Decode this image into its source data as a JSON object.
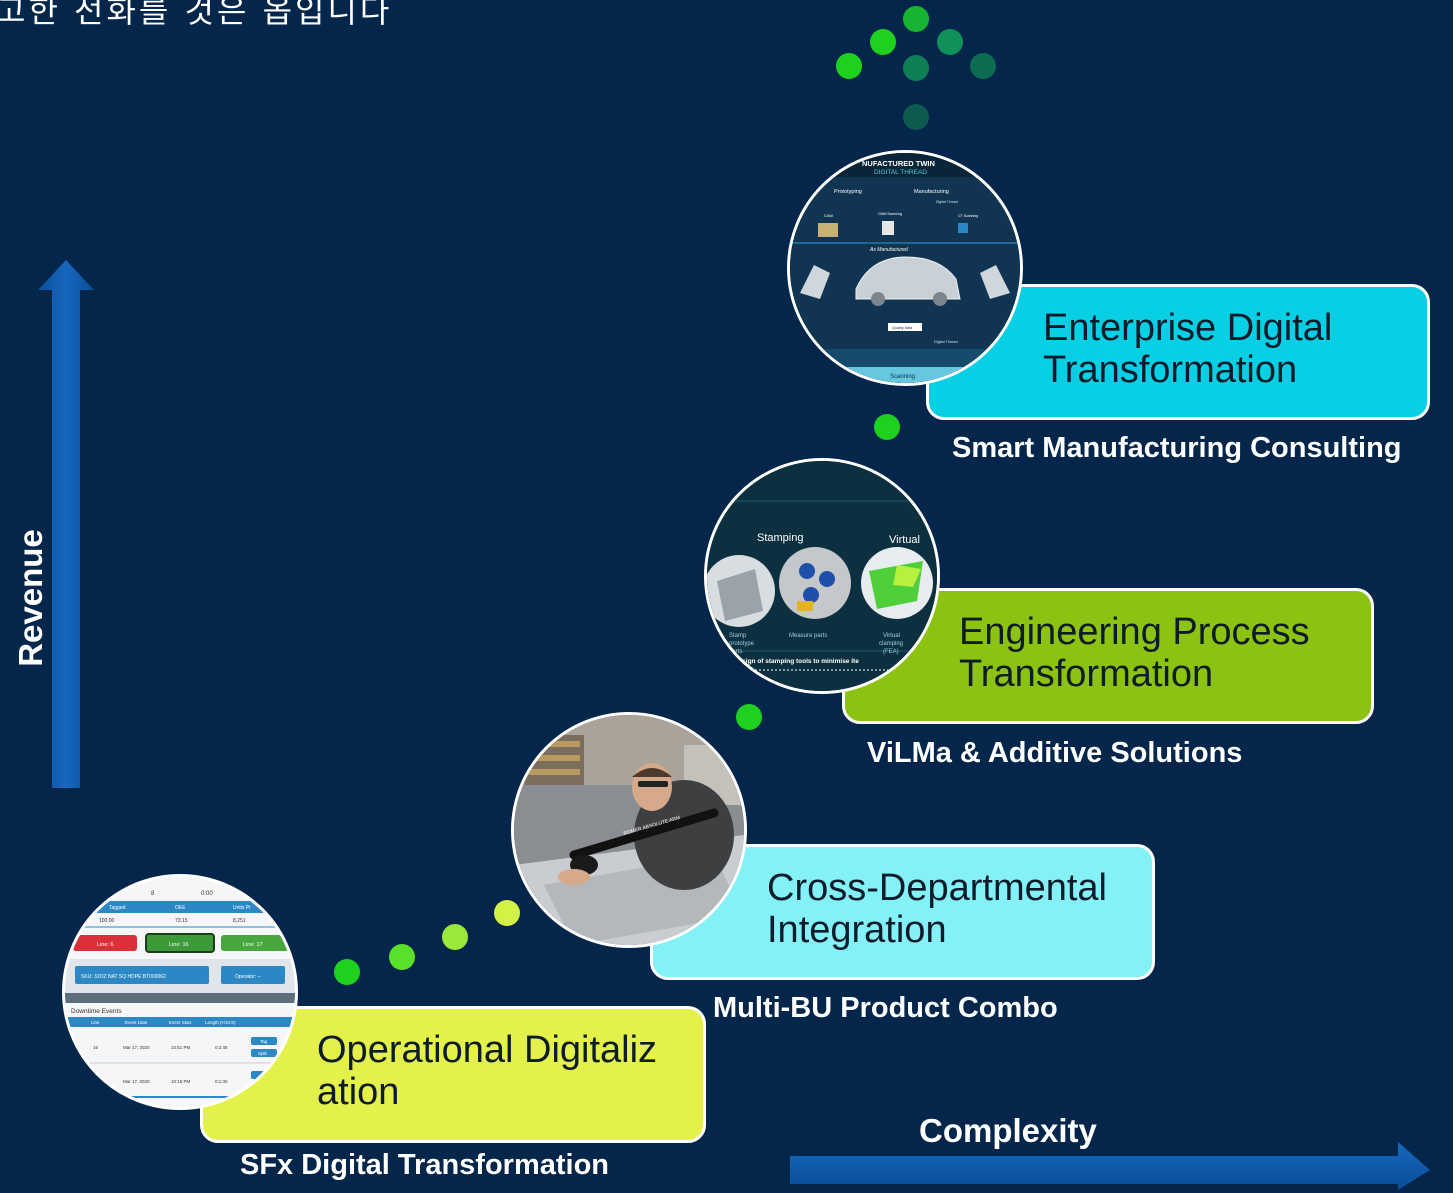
{
  "header_text": "고한 전화를 것은 옵입니다",
  "axes": {
    "y_label": "Revenue",
    "x_label": "Complexity"
  },
  "stages": [
    {
      "title_line1": "Operational Digitaliz",
      "title_line2": "ation",
      "caption": "SFx Digital Transformation",
      "color": "#e3f14a"
    },
    {
      "title_line1": "Cross-Departmental",
      "title_line2": "Integration",
      "caption": "Multi-BU Product Combo",
      "color": "#83f1f6"
    },
    {
      "title_line1": "Engineering Process",
      "title_line2": "Transformation",
      "caption": "ViLMa & Additive Solutions",
      "color": "#8cc312"
    },
    {
      "title_line1": "Enterprise Digital",
      "title_line2": "Transformation",
      "caption": "Smart Manufacturing Consulting",
      "color": "#08cfe4"
    }
  ],
  "dashboard": {
    "top_values": [
      "8",
      "0:00"
    ],
    "col_headers": [
      "Tagged",
      "OEE",
      "Units Pr"
    ],
    "col_values": [
      "100.00",
      "73.15",
      "8,251"
    ],
    "line_buttons": [
      "Line: 6",
      "Line: 16",
      "Line: 17"
    ],
    "sku": "SKU: 32OZ NAT SQ HDPE BT000062",
    "operator": "Operator: --",
    "section_title": "Downtime Events",
    "table_headers": [
      "Line",
      "Event Date",
      "Event Start",
      "Length (H:M:S)"
    ],
    "rows": [
      [
        "16",
        "Mar 17, 2020",
        "10:51 PM",
        "0:2:45"
      ],
      [
        "",
        "Mar 17, 2020",
        "10:15 PM",
        "0:1:30"
      ]
    ],
    "actions": [
      "Tag",
      "Split"
    ]
  },
  "worker_photo": {
    "tool_text": "ROMER ABSOLUTE ARM"
  },
  "stamping_graphic": {
    "labels": [
      "Stamping",
      "Virtual"
    ],
    "sub_labels": [
      "Stamp",
      "prototype",
      "parts",
      "Measure parts",
      "Virtual",
      "clamping",
      "(FEA)"
    ],
    "bottom_text": "te design of stamping tools to minimise ite"
  },
  "digital_thread": {
    "title": "NUFACTURED TWIN",
    "subtitle": "DIGITAL THREAD",
    "labels": [
      "Prototyping",
      "Manufacturing",
      "Digital Thread",
      "CAM",
      "CMM Scanning",
      "CT Scanning",
      "As Manufactured",
      "Quality data",
      "Digital Thread",
      "Scanning"
    ]
  },
  "colors": {
    "background": "#05264b",
    "axis_blue": "#0f5aa8",
    "dot_green": "#1fd11f",
    "dot_lime": "#b9f23a",
    "dot_dark": "#0d6b52"
  }
}
